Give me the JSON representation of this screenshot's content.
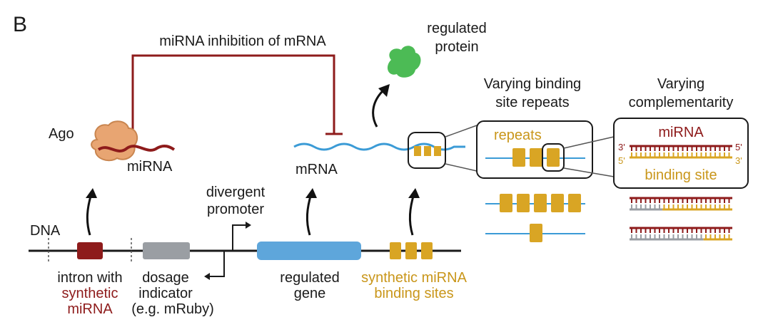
{
  "panel_label": "B",
  "labels": {
    "inhibition": "miRNA inhibition of mRNA",
    "regulated_protein": [
      "regulated",
      "protein"
    ],
    "ago": "Ago",
    "mirna": "miRNA",
    "mrna": "mRNA",
    "dna": "DNA",
    "divergent_promoter": [
      "divergent",
      "promoter"
    ],
    "intron_line1": "intron with",
    "intron_line2": "synthetic",
    "intron_line3": "miRNA",
    "dosage_line1": "dosage",
    "dosage_line2": "indicator",
    "dosage_line3": "(e.g. mRuby)",
    "regulated_gene": [
      "regulated",
      "gene"
    ],
    "binding_sites": [
      "synthetic miRNA",
      "binding sites"
    ]
  },
  "repeats_panel": {
    "title": [
      "Varying binding",
      "site repeats"
    ],
    "box_label": "repeats"
  },
  "complementarity_panel": {
    "title": [
      "Varying",
      "complementarity"
    ],
    "mirna_label": "miRNA",
    "binding_label": "binding site",
    "three_prime": "3'",
    "five_prime": "5'"
  },
  "colors": {
    "mirna_red": "#8e1b1b",
    "gold": "#d9a524",
    "mrna_blue": "#3b9bd6",
    "gene_blue": "#5ea6db",
    "dosage_gray": "#9a9ea3",
    "protein_green": "#4cbb55",
    "ago_orange": "#e8a572"
  }
}
